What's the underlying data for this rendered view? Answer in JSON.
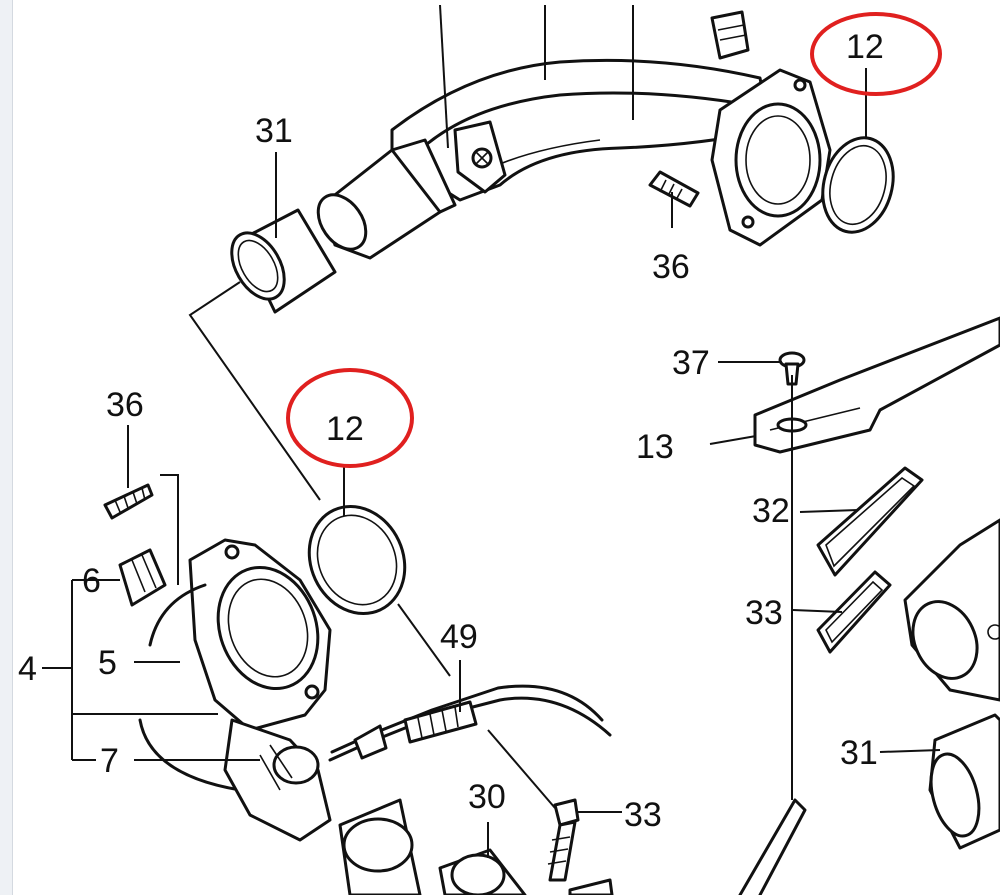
{
  "highlight_color": "#e0201f",
  "callouts": {
    "c12_top": "12",
    "c12_mid": "12",
    "c31_top": "31",
    "c36_top": "36",
    "c36_left": "36",
    "c37": "37",
    "c13": "13",
    "c32": "32",
    "c33_right": "33",
    "c6": "6",
    "c4": "4",
    "c5": "5",
    "c7": "7",
    "c49": "49",
    "c30": "30",
    "c33_bottom": "33",
    "c31_right": "31"
  }
}
